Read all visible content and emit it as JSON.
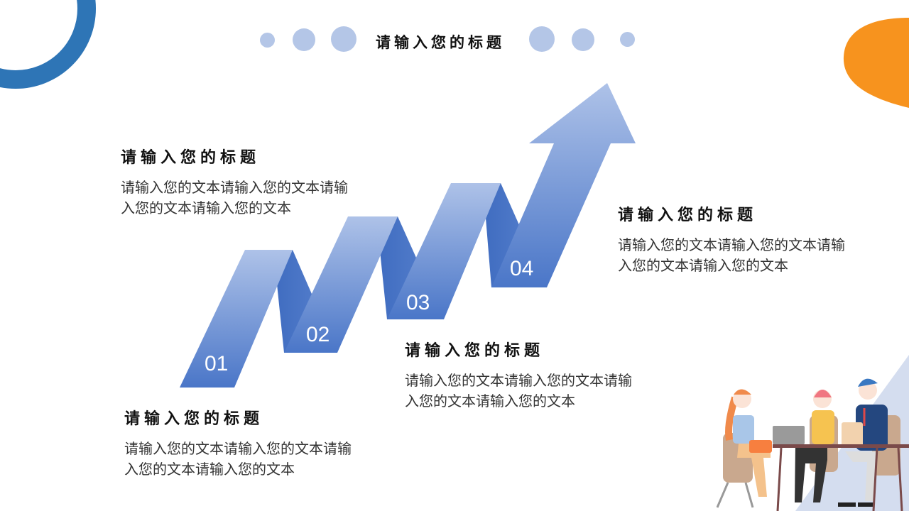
{
  "header": {
    "title": "请输入您的标题"
  },
  "steps": [
    {
      "number": "01",
      "title": "请输入您的标题",
      "body": "请输入您的文本请输入您的文本请输入您的文本请输入您的文本"
    },
    {
      "number": "02",
      "title": "请输入您的标题",
      "body": "请输入您的文本请输入您的文本请输入您的文本请输入您的文本"
    },
    {
      "number": "03",
      "title": "请输入您的标题",
      "body": "请输入您的文本请输入您的文本请输入您的文本请输入您的文本"
    },
    {
      "number": "04",
      "title": "请输入您的标题",
      "body": "请输入您的文本请输入您的文本请输入您的文本请输入您的文本"
    }
  ],
  "colors": {
    "accent_blue": "#2e75b6",
    "ribbon_light": "#a9bee6",
    "ribbon_dark": "#4472c4",
    "orange": "#f7931e",
    "dots": "#b4c6e7"
  },
  "icons": [
    "upward-trend-arrow",
    "meeting-illustration"
  ]
}
